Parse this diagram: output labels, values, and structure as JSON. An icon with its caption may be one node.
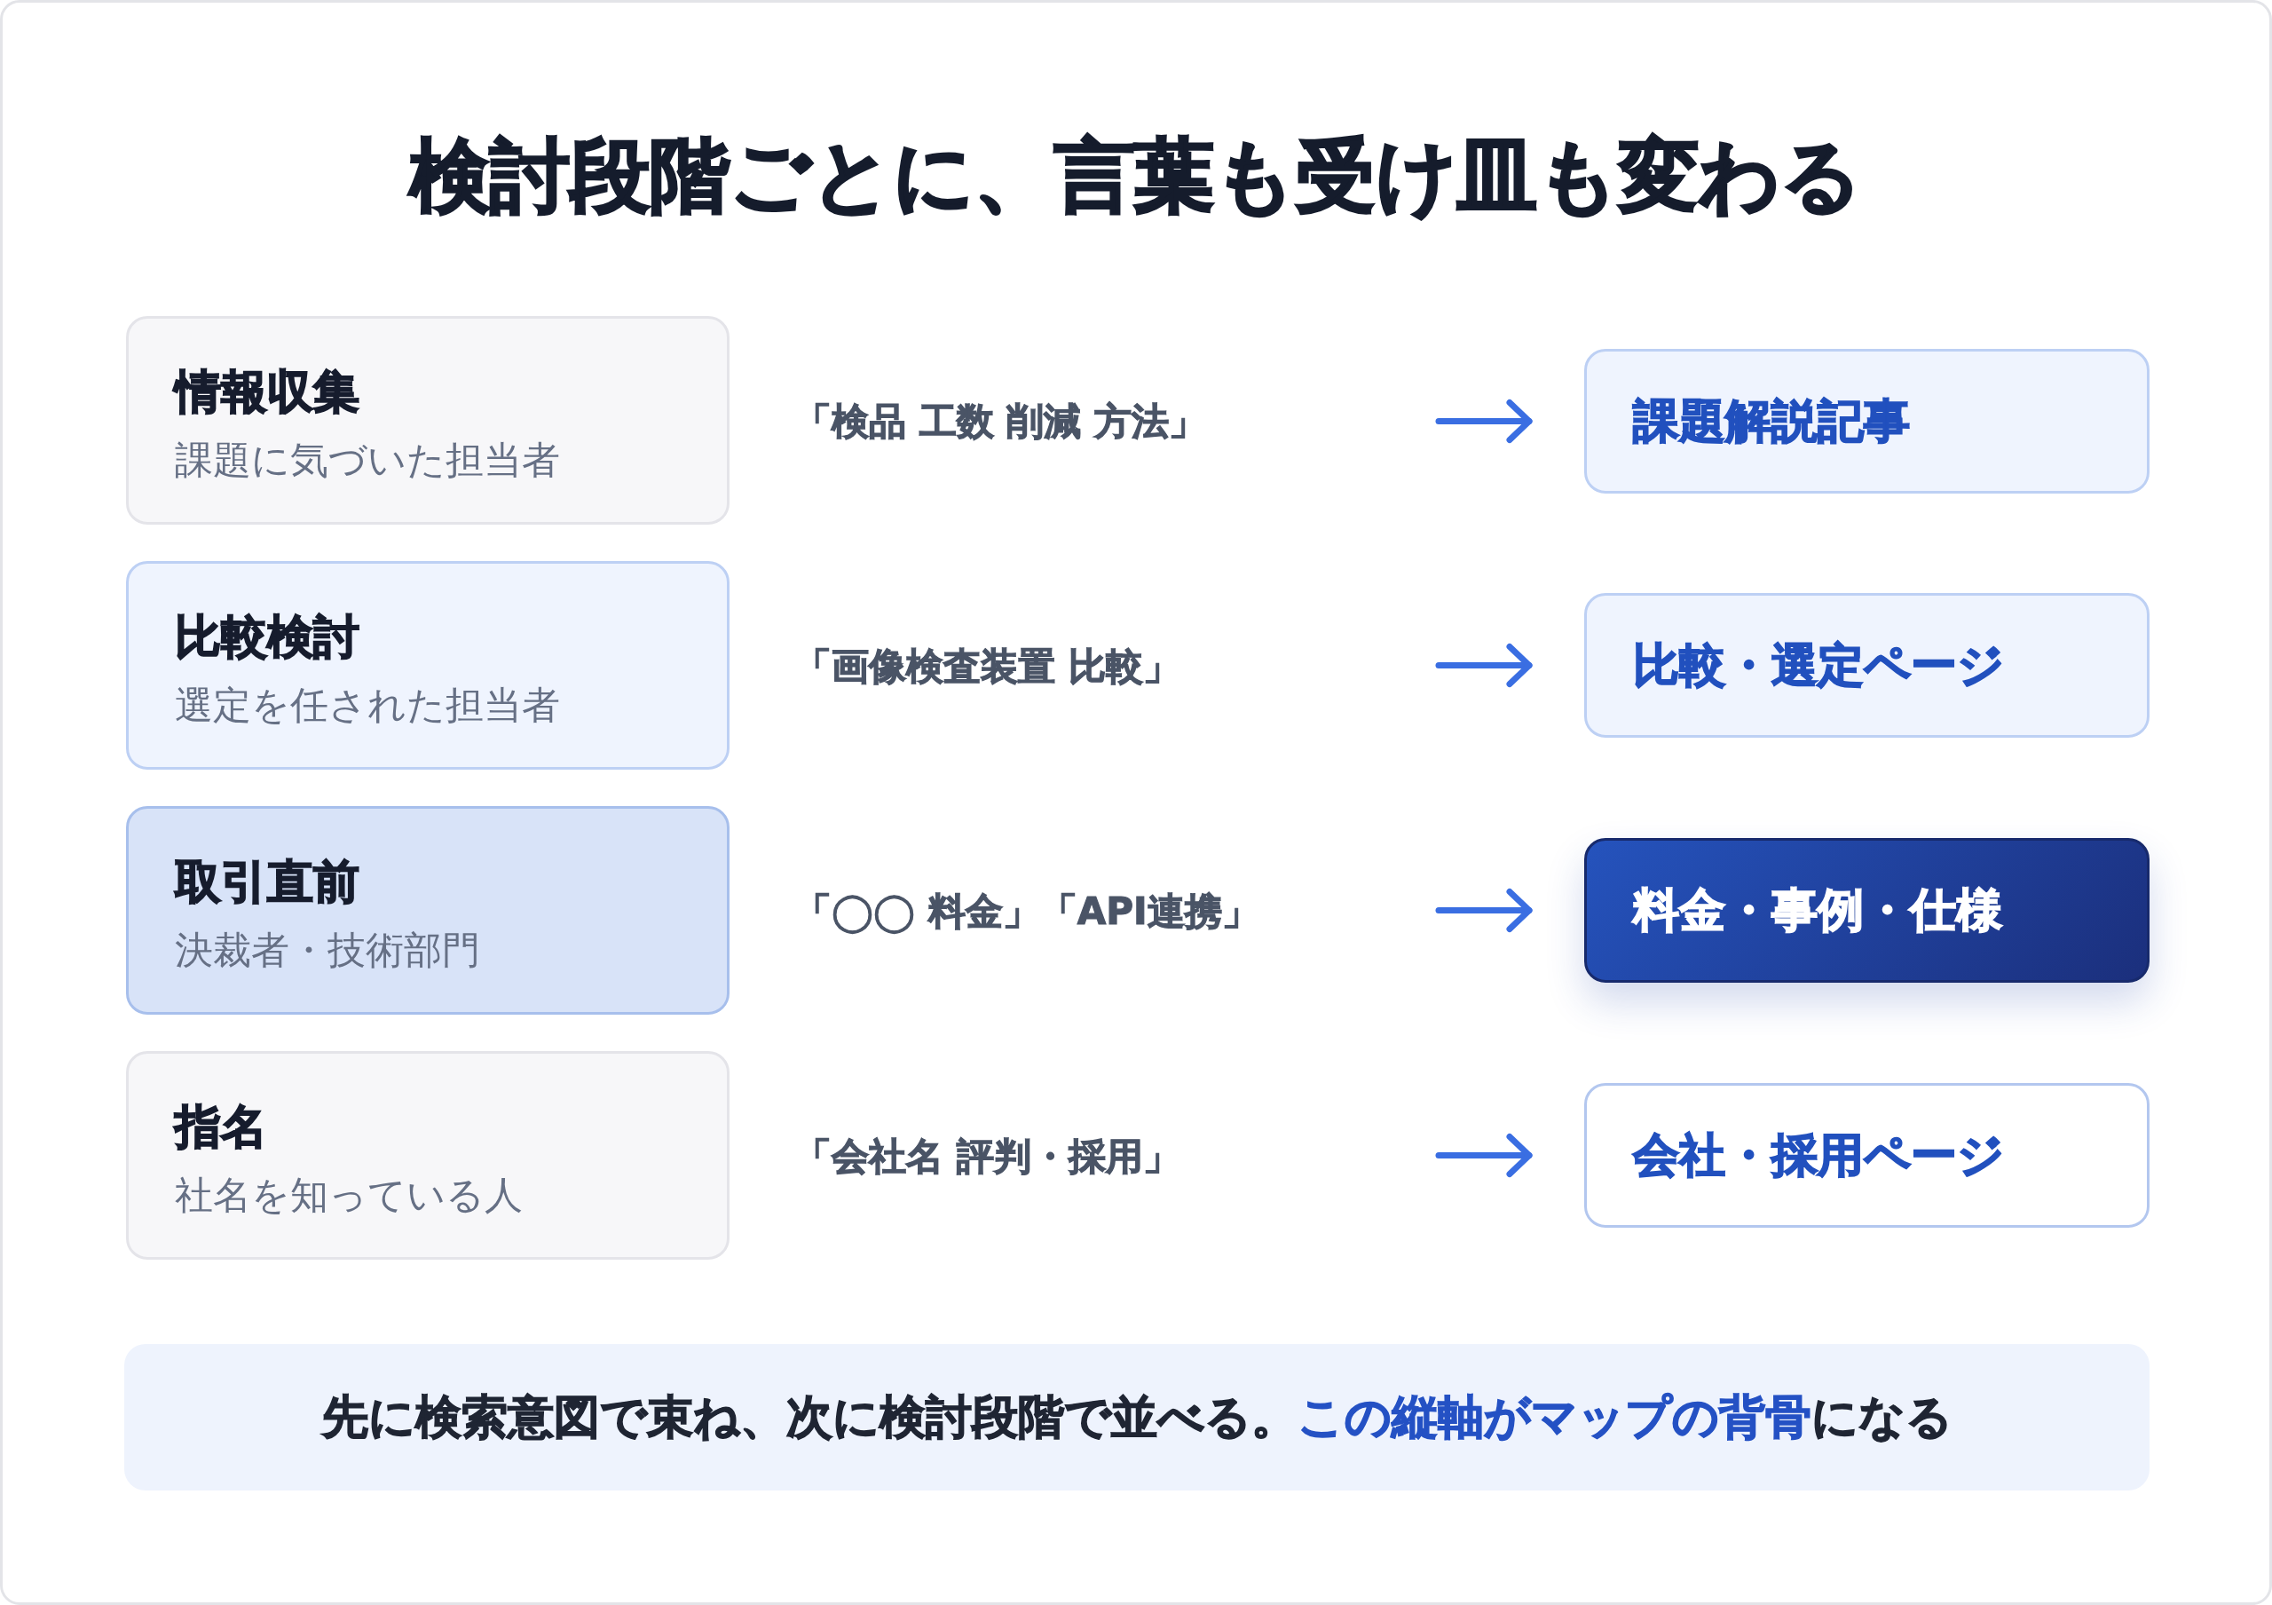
{
  "diagram": {
    "title": "検討段階ごとに、言葉も受け皿も変わる",
    "nodes": [
      {
        "text": [
          "情報収集",
          "課題に気づいた担当者"
        ]
      },
      {
        "text": [
          "課題解説記事"
        ]
      },
      {
        "text": [
          "比較検討",
          "選定を任された担当者"
        ]
      },
      {
        "text": [
          "比較・選定ページ"
        ]
      },
      {
        "text": [
          "取引直前",
          "決裁者・技術部門"
        ]
      },
      {
        "text": [
          "料金・事例・仕様"
        ]
      },
      {
        "text": [
          "指名",
          "社名を知っている人"
        ]
      },
      {
        "text": [
          "会社・採用ページ"
        ]
      },
      {
        "text": [
          "先に検索意図で束ね、次に検討段階で並べる。**この縦軸がマップの背骨**になる"
        ]
      }
    ],
    "edges": [
      {
        "from": null,
        "to": 1,
        "arrow": "to"
      },
      {
        "from": null,
        "to": 3,
        "arrow": "to"
      },
      {
        "from": null,
        "to": 5,
        "arrow": "to"
      },
      {
        "from": null,
        "to": 7,
        "arrow": "to"
      }
    ],
    "labels": [
      "「検品 工数 削減 方法」",
      "「画像検査装置 比較」",
      "「◯◯ 料金」「API連携」",
      "「会社名 評判・採用」"
    ]
  }
}
